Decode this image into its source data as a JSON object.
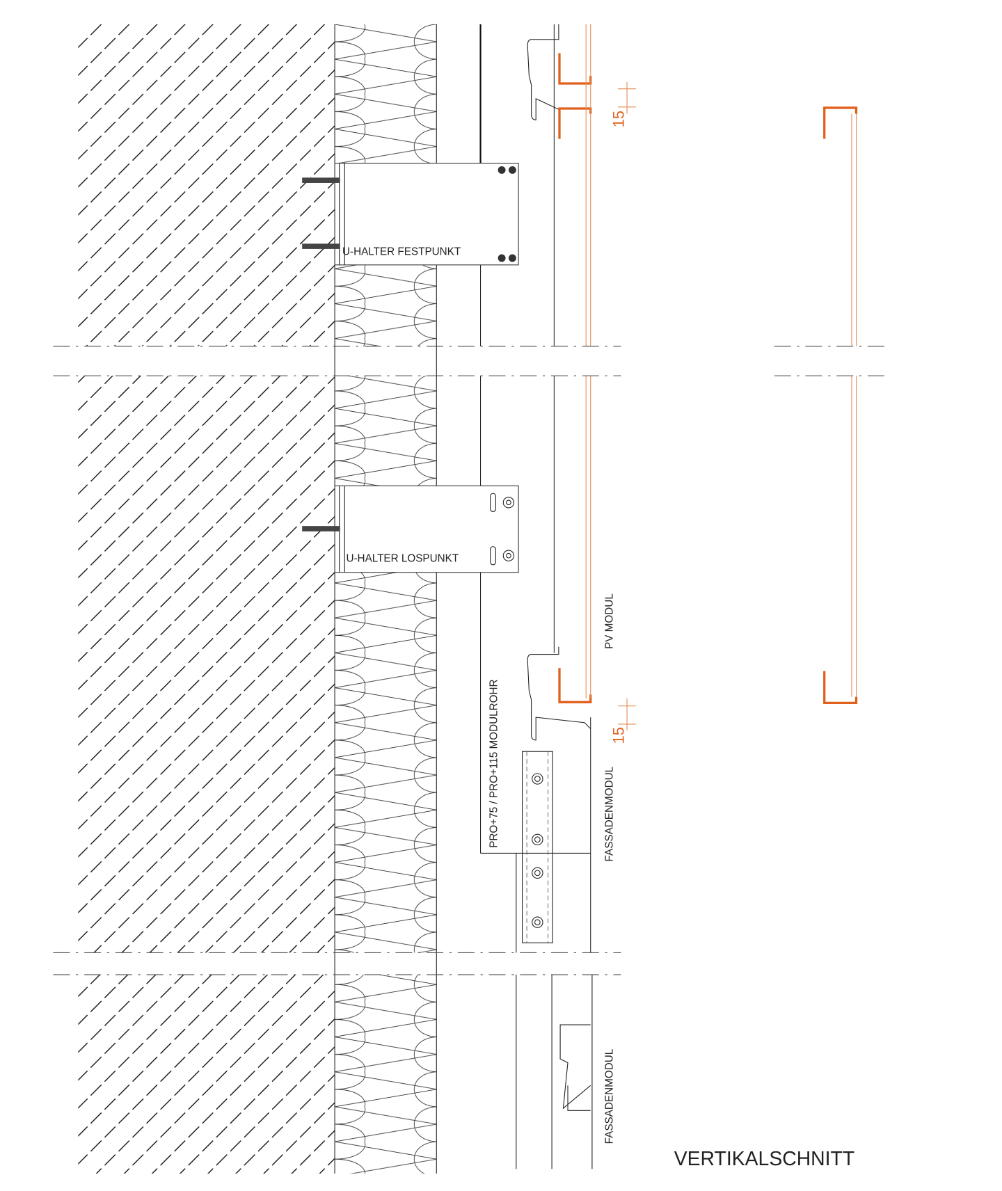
{
  "drawing": {
    "title": "VERTIKALSCHNITT",
    "labels": {
      "festpunkt": "U-HALTER FESTPUNKT",
      "lospunkt": "U-HALTER LOSPUNKT",
      "pv_modul": "PV MODUL",
      "modulrohr": "PRO+75  / PRO+115 MODULROHR",
      "fassadenmodul_1": "FASSADENMODUL",
      "fassadenmodul_2": "FASSADENMODUL"
    },
    "dimensions": {
      "gap_top": "15",
      "gap_bottom": "15"
    },
    "colors": {
      "accent": "#e0601c",
      "line": "#222222"
    }
  }
}
